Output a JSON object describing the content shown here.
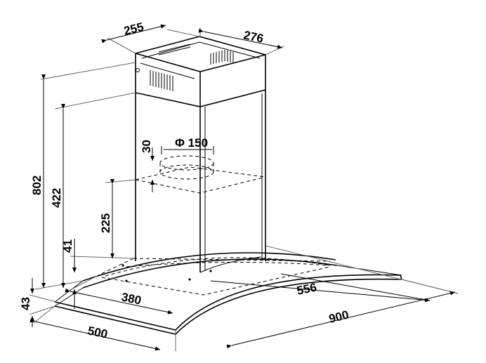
{
  "diagram": {
    "dimensions": {
      "top_width": "255",
      "top_depth": "276",
      "duct_diameter": "Φ 150",
      "duct_offset": "30",
      "total_height": "802",
      "chimney_height": "422",
      "inner_height": "225",
      "edge_height": "41",
      "glass_height": "43",
      "front_width": "380",
      "side_width": "556",
      "overall_width": "900",
      "overall_depth": "500"
    }
  }
}
